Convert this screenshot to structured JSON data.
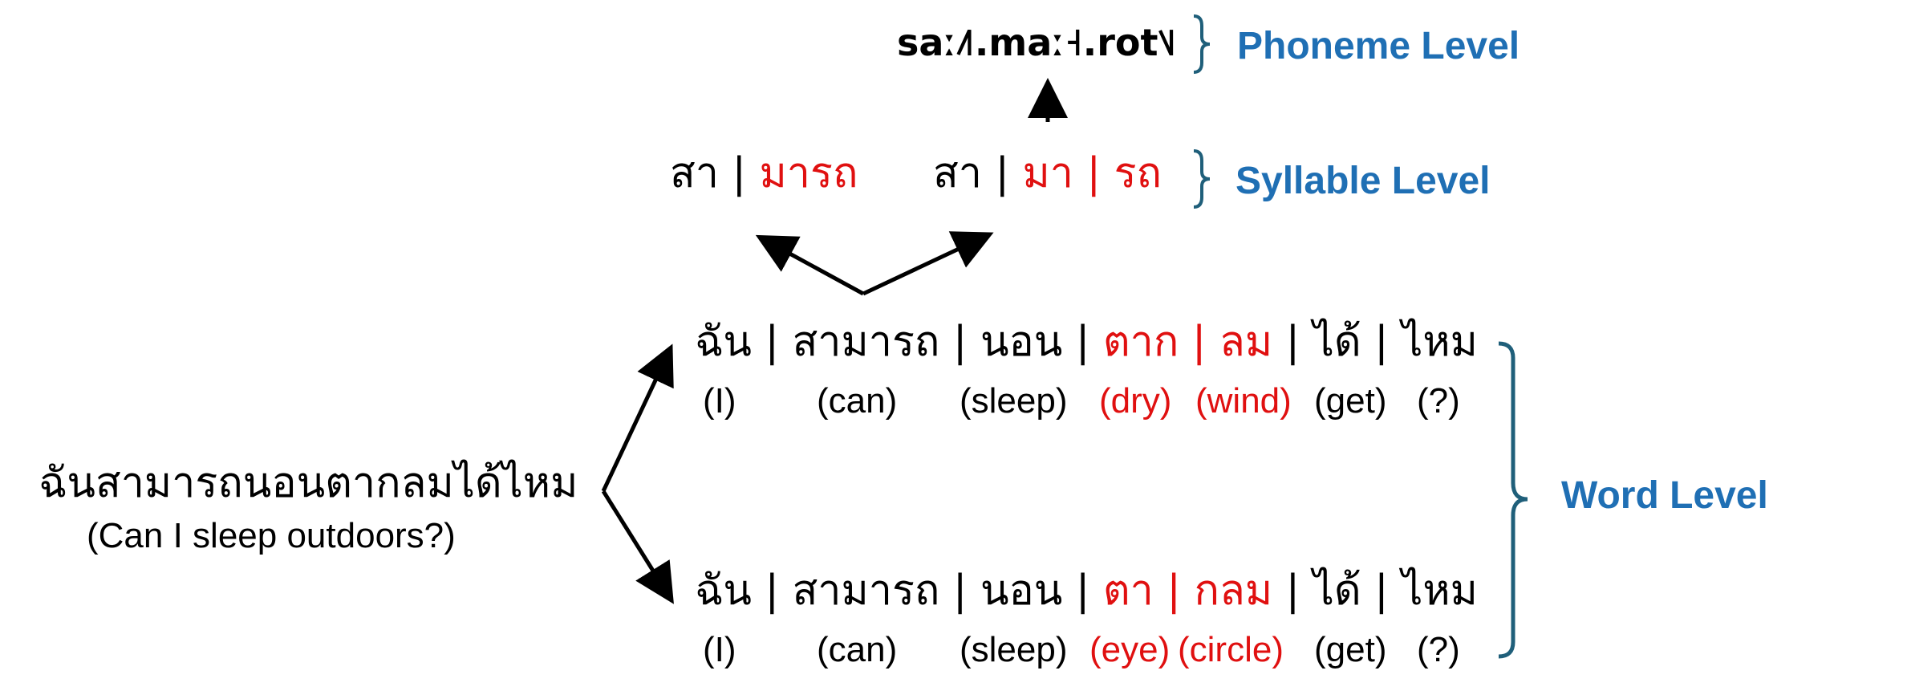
{
  "phoneme": {
    "transcription": "saː˩˥.maː˧.rot˥˩",
    "label": "Phoneme Level"
  },
  "syllable": {
    "option_a": {
      "first": "สา",
      "sep": "|",
      "second": "มารถ"
    },
    "option_b": {
      "first": "สา",
      "sep1": "|",
      "second": "มา",
      "sep2": "|",
      "third": "รถ"
    },
    "label": "Syllable Level"
  },
  "sentence": {
    "thai": "ฉันสามารถนอนตากลมได้ไหม",
    "translation": "(Can I sleep outdoors?)"
  },
  "word_level": {
    "label": "Word Level",
    "top": {
      "words": [
        "ฉัน",
        "สามารถ",
        "นอน",
        "ตาก",
        "ลม",
        "ได้",
        "ไหม"
      ],
      "sep": "|",
      "gloss": [
        "(I)",
        "(can)",
        "(sleep)",
        "(dry)",
        "(wind)",
        "(get)",
        "(?)"
      ]
    },
    "bottom": {
      "words": [
        "ฉัน",
        "สามารถ",
        "นอน",
        "ตา",
        "กลม",
        "ได้",
        "ไหม"
      ],
      "sep": "|",
      "gloss": [
        "(I)",
        "(can)",
        "(sleep)",
        "(eye)",
        "(circle)",
        "(get)",
        "(?)"
      ]
    }
  },
  "colors": {
    "highlight": "#e01010",
    "level_label": "#1f6fb4",
    "bracket": "#1f5f7a"
  }
}
